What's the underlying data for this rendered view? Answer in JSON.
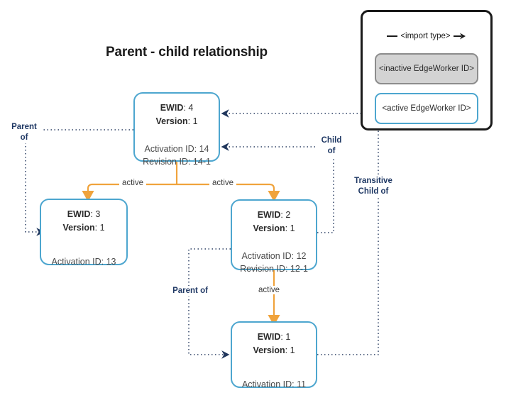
{
  "title": "Parent - child relationship",
  "legend": {
    "import_type_label": "<import type>",
    "inactive_chip": "<inactive EdgeWorker ID>",
    "active_chip": "<active EdgeWorker ID>"
  },
  "nodes": [
    {
      "id": "ewid-4",
      "ewid_label": "EWID",
      "ewid_value": "4",
      "version_label": "Version",
      "version_value": "1",
      "activation_label": "Activation ID: 14",
      "revision_label": "Revision ID: 14-1"
    },
    {
      "id": "ewid-3",
      "ewid_label": "EWID",
      "ewid_value": "3",
      "version_label": "Version",
      "version_value": "1",
      "activation_label": "Activation ID: 13",
      "revision_label": ""
    },
    {
      "id": "ewid-2",
      "ewid_label": "EWID",
      "ewid_value": "2",
      "version_label": "Version",
      "version_value": "1",
      "activation_label": "Activation ID: 12",
      "revision_label": "Revision ID: 12-1"
    },
    {
      "id": "ewid-1",
      "ewid_label": "EWID",
      "ewid_value": "1",
      "version_label": "Version",
      "version_value": "1",
      "activation_label": "Activation ID: 11",
      "revision_label": ""
    }
  ],
  "edge_labels": {
    "active_left": "active",
    "active_right": "active",
    "active_down": "active",
    "parent_of_left_line1": "Parent",
    "parent_of_left_line2": "of",
    "child_of_line1": "Child",
    "child_of_line2": "of",
    "transitive_child_of_line1": "Transitive",
    "transitive_child_of_line2": "Child of",
    "parent_of_mid": "Parent of"
  },
  "colors": {
    "node_border": "#4da6cf",
    "active_arrow": "#f0a33c",
    "relationship_line": "#2b3f63",
    "legend_border": "#1a1a1a",
    "inactive_fill": "#d3d3d3",
    "label_navy": "#1f3864"
  }
}
